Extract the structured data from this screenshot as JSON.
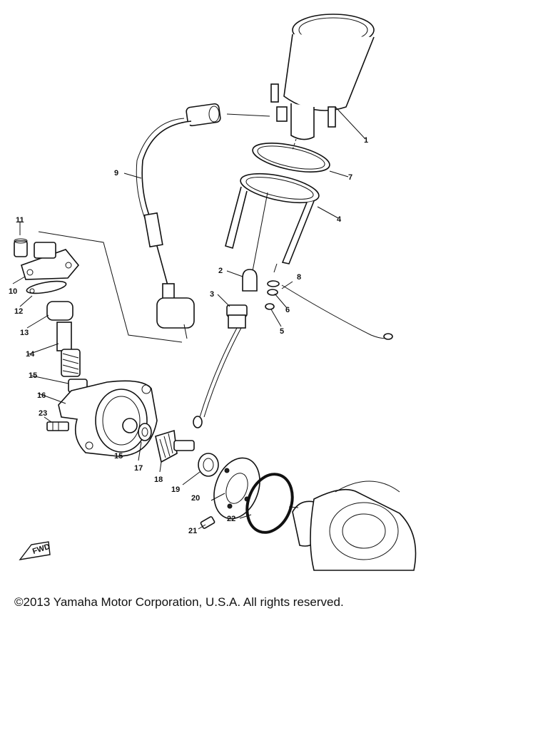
{
  "diagram": {
    "labels": [
      "1",
      "2",
      "3",
      "4",
      "5",
      "6",
      "7",
      "8",
      "9",
      "10",
      "11",
      "12",
      "13",
      "14",
      "15",
      "15",
      "16",
      "17",
      "18",
      "19",
      "20",
      "21",
      "22",
      "23"
    ],
    "fwd_label": "FWD"
  },
  "footer": {
    "copyright": "©2013 Yamaha Motor Corporation, U.S.A. All rights reserved."
  }
}
